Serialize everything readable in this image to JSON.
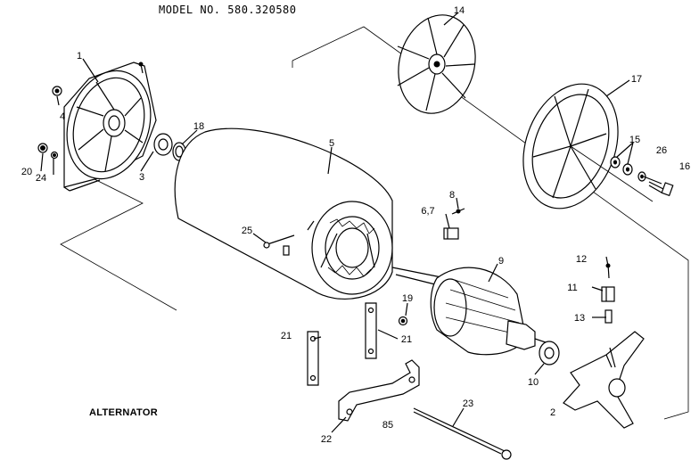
{
  "header": {
    "model_label": "MODEL NO. 580.320580"
  },
  "caption": "ALTERNATOR",
  "figure_code": "85",
  "parts": [
    {
      "id": "p1",
      "label": "1"
    },
    {
      "id": "p2",
      "label": "2"
    },
    {
      "id": "p3",
      "label": "3"
    },
    {
      "id": "p4",
      "label": "4"
    },
    {
      "id": "p5",
      "label": "5"
    },
    {
      "id": "p67",
      "label": "6,7"
    },
    {
      "id": "p8",
      "label": "8"
    },
    {
      "id": "p9",
      "label": "9"
    },
    {
      "id": "p10",
      "label": "10"
    },
    {
      "id": "p11",
      "label": "11"
    },
    {
      "id": "p12",
      "label": "12"
    },
    {
      "id": "p13",
      "label": "13"
    },
    {
      "id": "p14",
      "label": "14"
    },
    {
      "id": "p15",
      "label": "15"
    },
    {
      "id": "p16",
      "label": "16"
    },
    {
      "id": "p17",
      "label": "17"
    },
    {
      "id": "p18",
      "label": "18"
    },
    {
      "id": "p19",
      "label": "19"
    },
    {
      "id": "p20",
      "label": "20"
    },
    {
      "id": "p21a",
      "label": "21"
    },
    {
      "id": "p21b",
      "label": "21"
    },
    {
      "id": "p22",
      "label": "22"
    },
    {
      "id": "p23",
      "label": "23"
    },
    {
      "id": "p24",
      "label": "24"
    },
    {
      "id": "p25",
      "label": "25"
    },
    {
      "id": "p26",
      "label": "26"
    }
  ]
}
